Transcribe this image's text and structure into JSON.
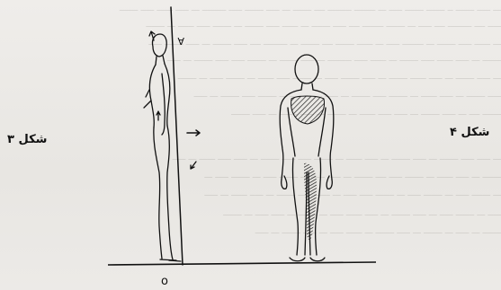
{
  "labels": {
    "figure_3": "شکل ۳",
    "figure_4": "شکل ۴",
    "point_o": "o",
    "marker_a": "A"
  }
}
